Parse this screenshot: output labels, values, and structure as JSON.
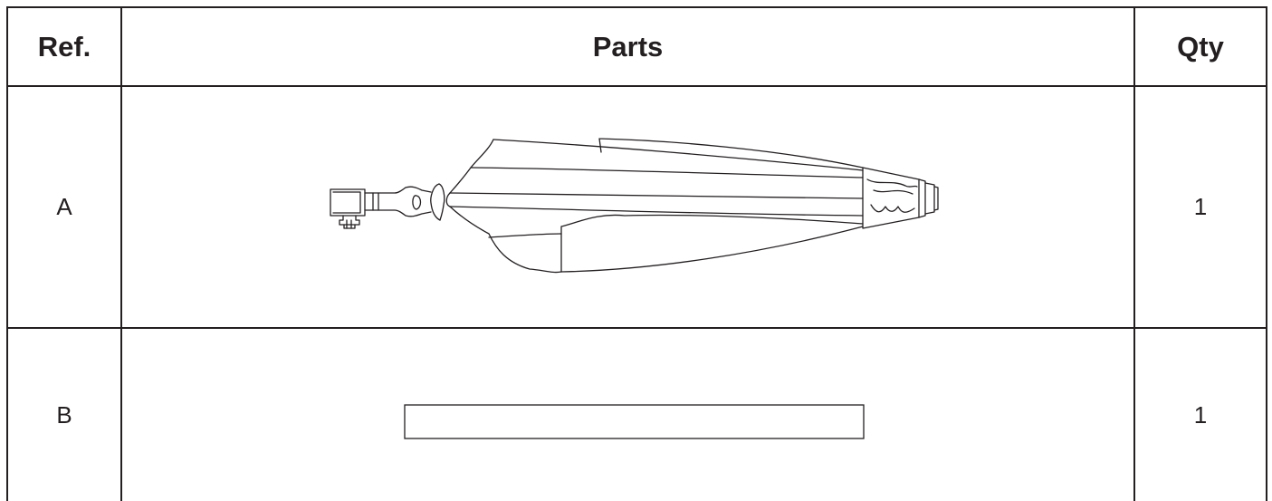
{
  "table": {
    "headers": {
      "ref": "Ref.",
      "parts": "Parts",
      "qty": "Qty"
    },
    "rows": [
      {
        "ref": "A",
        "part_icon": "umbrella-icon",
        "qty": "1"
      },
      {
        "ref": "B",
        "part_icon": "bar-icon",
        "qty": "1"
      }
    ]
  },
  "colors": {
    "line": "#231f20",
    "background": "#ffffff"
  }
}
